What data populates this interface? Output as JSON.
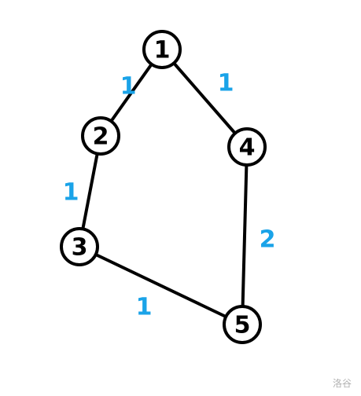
{
  "colors": {
    "node_stroke": "#000000",
    "node_fill": "#ffffff",
    "edge": "#000000",
    "weight": "#1aa3e8"
  },
  "nodes": [
    {
      "id": "1",
      "label": "1"
    },
    {
      "id": "2",
      "label": "2"
    },
    {
      "id": "3",
      "label": "3"
    },
    {
      "id": "4",
      "label": "4"
    },
    {
      "id": "5",
      "label": "5"
    }
  ],
  "edges": [
    {
      "from": "1",
      "to": "2",
      "weight": "1"
    },
    {
      "from": "1",
      "to": "4",
      "weight": "1"
    },
    {
      "from": "2",
      "to": "3",
      "weight": "1"
    },
    {
      "from": "4",
      "to": "5",
      "weight": "2"
    },
    {
      "from": "3",
      "to": "5",
      "weight": "1"
    }
  ],
  "watermark": "洛谷"
}
